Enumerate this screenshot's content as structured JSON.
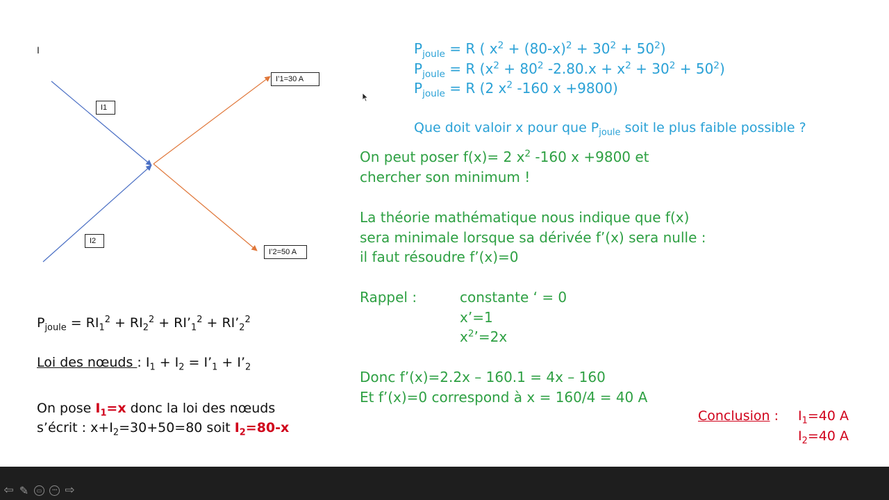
{
  "diagram": {
    "cursor_mark": "I",
    "label_i1": "I1",
    "label_i2": "I2",
    "label_iprime1": "I’1=30 A",
    "label_iprime2": "I’2=50 A",
    "incoming_color": "#4a6fc4",
    "outgoing_color": "#e0773a"
  },
  "left": {
    "pjoule": {
      "p": "P",
      "p_sub": "joule",
      "eq": " = RI",
      "s1": "1",
      "e1": "2",
      "t2": " + RI",
      "s2": "2",
      "e2": "2",
      "t3": " + RI’",
      "s3": "1",
      "e3": "2",
      "t4": " + RI’",
      "s4": "2",
      "e4": "2"
    },
    "loi": {
      "label": "Loi des nœuds ",
      "colon": ": I",
      "s1": "1",
      "t2": " + I",
      "s2": "2",
      "t3": " = I’",
      "s3": "1",
      "t4": " + I’",
      "s4": "2"
    },
    "pose": {
      "a": "On pose ",
      "red_i": "I",
      "red_sub": "1",
      "red_rest": "=x",
      "b": "  donc la loi des nœuds"
    },
    "ecrit": {
      "a": "s’écrit : x+I",
      "sub": "2",
      "b": "=30+50=80 soit ",
      "red_i": "I",
      "red_sub": "2",
      "red_rest": "=80-x"
    }
  },
  "right_blue": {
    "line1": {
      "p": "P",
      "sub": "joule",
      "a": " = R ( x",
      "e1": "2",
      "b": " + (80-x)",
      "e2": "2",
      "c": " + 30",
      "e3": "2",
      "d": " + 50",
      "e4": "2",
      "e": ")"
    },
    "line2": {
      "p": "P",
      "sub": "joule",
      "a": " = R (x",
      "e1": "2",
      "b": " + 80",
      "e2": "2",
      "c": " -2.80.x + x",
      "e3": "2",
      "d": " + 30",
      "e4": "2",
      "e": " + 50",
      "e5": "2",
      "f": ")"
    },
    "line3": {
      "p": "P",
      "sub": "joule",
      "a": " = R (2 x",
      "e1": "2",
      "b": " -160 x +9800)"
    },
    "question": {
      "a": "Que doit valoir x pour que P",
      "sub": "joule",
      "b": " soit le plus faible possible ?"
    }
  },
  "right_green": {
    "poser1": {
      "a": "On peut poser f(x)= 2 x",
      "e": "2",
      "b": " -160 x +9800 et"
    },
    "poser2": "chercher son minimum !",
    "theorie1": "La théorie mathématique nous indique que f(x)",
    "theorie2": "sera minimale lorsque sa dérivée f’(x) sera nulle :",
    "theorie3": "il faut résoudre f’(x)=0",
    "rappel_label": "Rappel :",
    "rappel1": "constante ‘ = 0",
    "rappel2": "x’=1",
    "rappel3": {
      "a": "x",
      "e": "2",
      "b": "’=2x"
    },
    "donc1": "Donc f’(x)=2.2x – 160.1 = 4x – 160",
    "donc2": "Et f’(x)=0 correspond à x = 160/4 = 40 A"
  },
  "conclusion": {
    "label": "Conclusion",
    "colon": " :",
    "i1": {
      "i": "I",
      "sub": "1",
      "rest": "=40 A"
    },
    "i2": {
      "i": "I",
      "sub": "2",
      "rest": "=40 A"
    }
  },
  "toolbar": {
    "icons": [
      "prev-arrow-icon",
      "pen-icon",
      "screen-icon",
      "more-icon",
      "next-arrow-icon"
    ],
    "prev_glyph": "⇦",
    "pen_glyph": "✎",
    "screen_glyph": "▭",
    "more_glyph": "•••",
    "next_glyph": "⇨"
  }
}
